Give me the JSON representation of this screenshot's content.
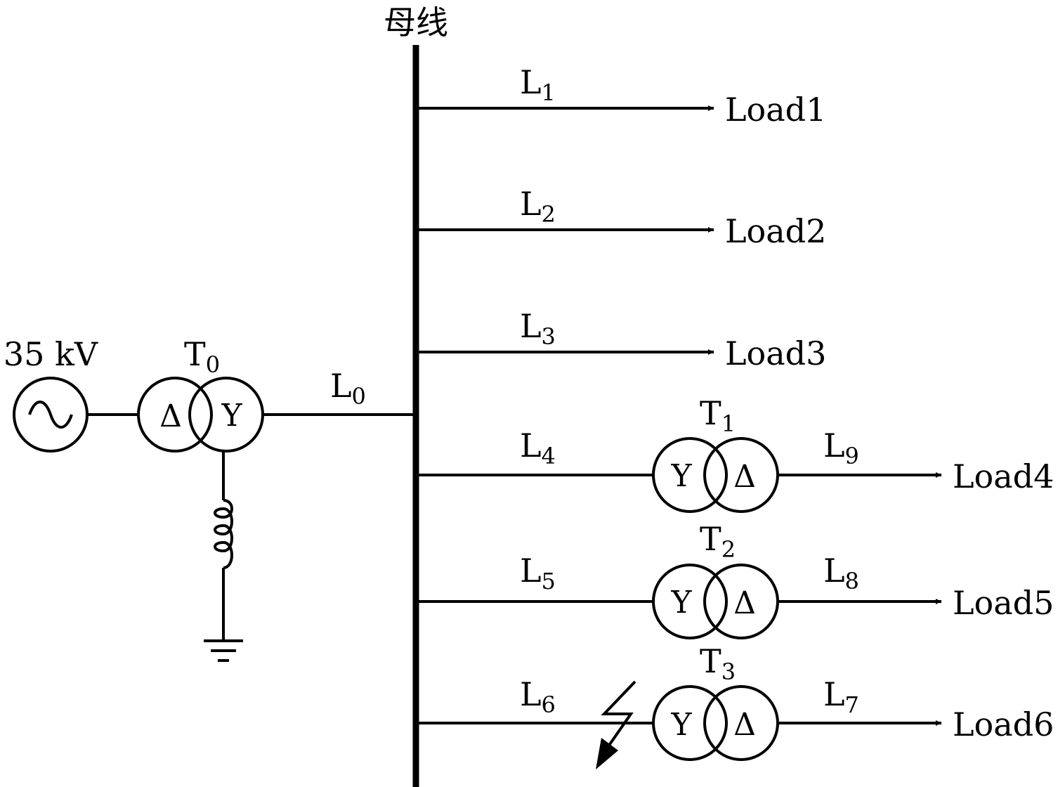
{
  "bus": {
    "label": "母线"
  },
  "source": {
    "voltage": "35 kV"
  },
  "t0": {
    "name": "T",
    "sub": "0",
    "left_winding": "Δ",
    "right_winding": "Y"
  },
  "l0": {
    "name": "L",
    "sub": "0"
  },
  "feeders": [
    {
      "line": "L",
      "line_sub": "1",
      "load": "Load1"
    },
    {
      "line": "L",
      "line_sub": "2",
      "load": "Load2"
    },
    {
      "line": "L",
      "line_sub": "3",
      "load": "Load3"
    },
    {
      "line": "L",
      "line_sub": "4",
      "xfmr": "T",
      "xfmr_sub": "1",
      "out_line": "L",
      "out_sub": "9",
      "load": "Load4",
      "left_winding": "Y",
      "right_winding": "Δ"
    },
    {
      "line": "L",
      "line_sub": "5",
      "xfmr": "T",
      "xfmr_sub": "2",
      "out_line": "L",
      "out_sub": "8",
      "load": "Load5",
      "left_winding": "Y",
      "right_winding": "Δ"
    },
    {
      "line": "L",
      "line_sub": "6",
      "xfmr": "T",
      "xfmr_sub": "3",
      "out_line": "L",
      "out_sub": "7",
      "load": "Load6",
      "left_winding": "Y",
      "right_winding": "Δ",
      "fault": true
    }
  ],
  "icons": [
    "ac-source-icon",
    "transformer-icon",
    "inductor-icon",
    "ground-icon",
    "fault-lightning-icon",
    "arrow-icon"
  ]
}
